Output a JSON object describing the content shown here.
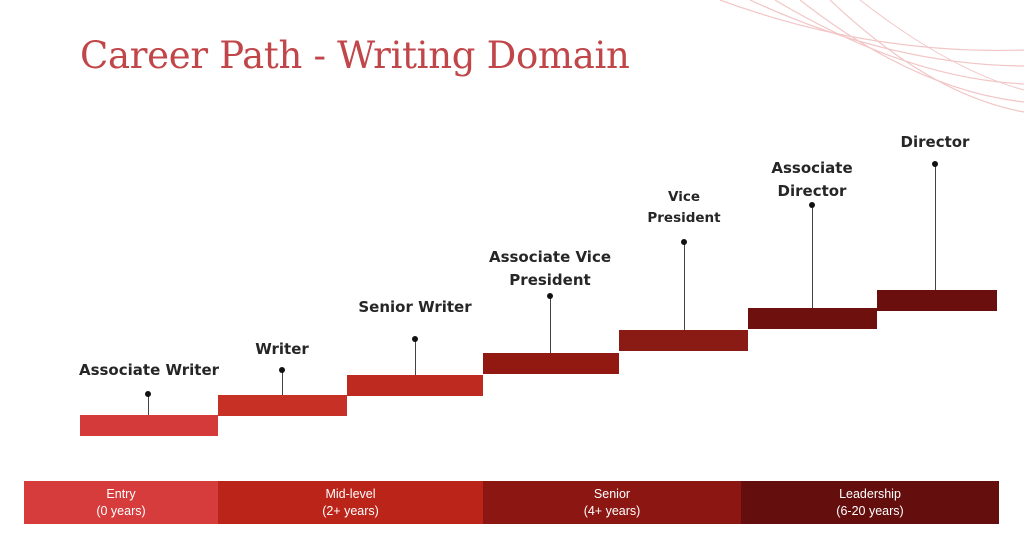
{
  "title": "Career Path - Writing Domain",
  "colors": {
    "title": "#c0464a",
    "wave": "#f2c6c6"
  },
  "roles": [
    {
      "label": "Associate Writer",
      "color": "#d43a3a"
    },
    {
      "label": "Writer",
      "color": "#c73025"
    },
    {
      "label": "Senior Writer",
      "color": "#be2a20"
    },
    {
      "label": "Associate Vice President",
      "color": "#921812"
    },
    {
      "label": "Vice President",
      "color": "#8a1a14"
    },
    {
      "label": "Associate Director",
      "color": "#6e100d"
    },
    {
      "label": "Director",
      "color": "#6a0f0e"
    }
  ],
  "levels": [
    {
      "name": "Entry",
      "years": "(0 years)",
      "color": "#d63c3c"
    },
    {
      "name": "Mid-level",
      "years": "(2+  years)",
      "color": "#bb2418"
    },
    {
      "name": "Senior",
      "years": "(4+ years)",
      "color": "#8c1712"
    },
    {
      "name": "Leadership",
      "years": "(6-20 years)",
      "color": "#640e0d"
    }
  ]
}
